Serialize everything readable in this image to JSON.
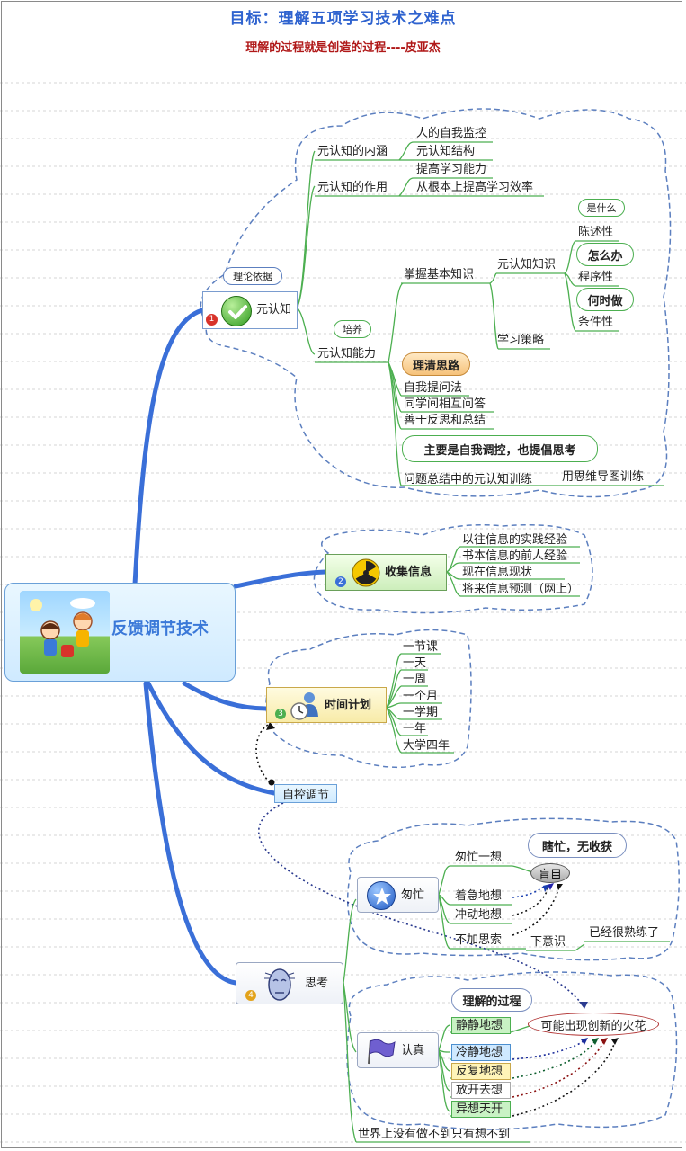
{
  "title": "目标：理解五项学习技术之难点",
  "subtitle": "理解的过程就是创造的过程----皮亚杰",
  "central": {
    "label": "反馈调节技术"
  },
  "b1": {
    "number": "1",
    "label": "元认知",
    "callout": "理论依据",
    "neihan": {
      "label": "元认知的内涵",
      "items": [
        "人的自我监控",
        "元认知结构"
      ]
    },
    "zuoyong": {
      "label": "元认知的作用",
      "items": [
        "提高学习能力",
        "从根本上提高学习效率"
      ]
    },
    "nengli": {
      "label": "元认知能力",
      "callout": "培养",
      "jiben": "掌握基本知识",
      "zhishi": "元认知知识",
      "chenshu": "陈述性",
      "shishenme": "是什么",
      "zenmeban": "怎么办",
      "chengxu": "程序性",
      "heshizuo": "何时做",
      "tiaojian": "条件性",
      "celue": "学习策略",
      "liqing": "理清思路",
      "wenfa": "自我提问法",
      "huxiang": "同学间相互问答",
      "fansi": "善于反思和总结",
      "zhuyao": "主要是自我调控，也提倡思考",
      "xunlian": "问题总结中的元认知训练",
      "daotu": "用思维导图训练"
    }
  },
  "b2": {
    "number": "2",
    "label": "收集信息",
    "items": [
      "以往信息的实践经验",
      "书本信息的前人经验",
      "现在信息现状",
      "将来信息预测（网上）"
    ]
  },
  "b3": {
    "number": "3",
    "label": "时间计划",
    "items": [
      "一节课",
      "一天",
      "一周",
      "一个月",
      "一学期",
      "一年",
      "大学四年"
    ]
  },
  "zikong": "自控调节",
  "b4": {
    "number": "4",
    "label": "思考",
    "congmang": {
      "label": "匆忙",
      "yixiang": "匆忙一想",
      "xiamang": "瞎忙，无收获",
      "mangmu": "盲目",
      "zhaoji": "着急地想",
      "chongdong": "冲动地想",
      "bujia": "不加思索",
      "xiayishi": "下意识",
      "shulian": "已经很熟练了"
    },
    "renzhen": {
      "label": "认真",
      "guocheng": "理解的过程",
      "jingjing": "静静地想",
      "huohua": "可能出现创新的火花",
      "lengjing": "冷静地想",
      "fanfu": "反复地想",
      "fangkai": "放开去想",
      "yixiang": "异想天开"
    },
    "shijie": "世界上没有做不到只有想不到"
  },
  "colors": {
    "title": "#2f63cf",
    "subtitle": "#b01818",
    "branch": "#3a6fd8",
    "sub_line": "#4caf50",
    "cloud": "#5c7fbf"
  }
}
